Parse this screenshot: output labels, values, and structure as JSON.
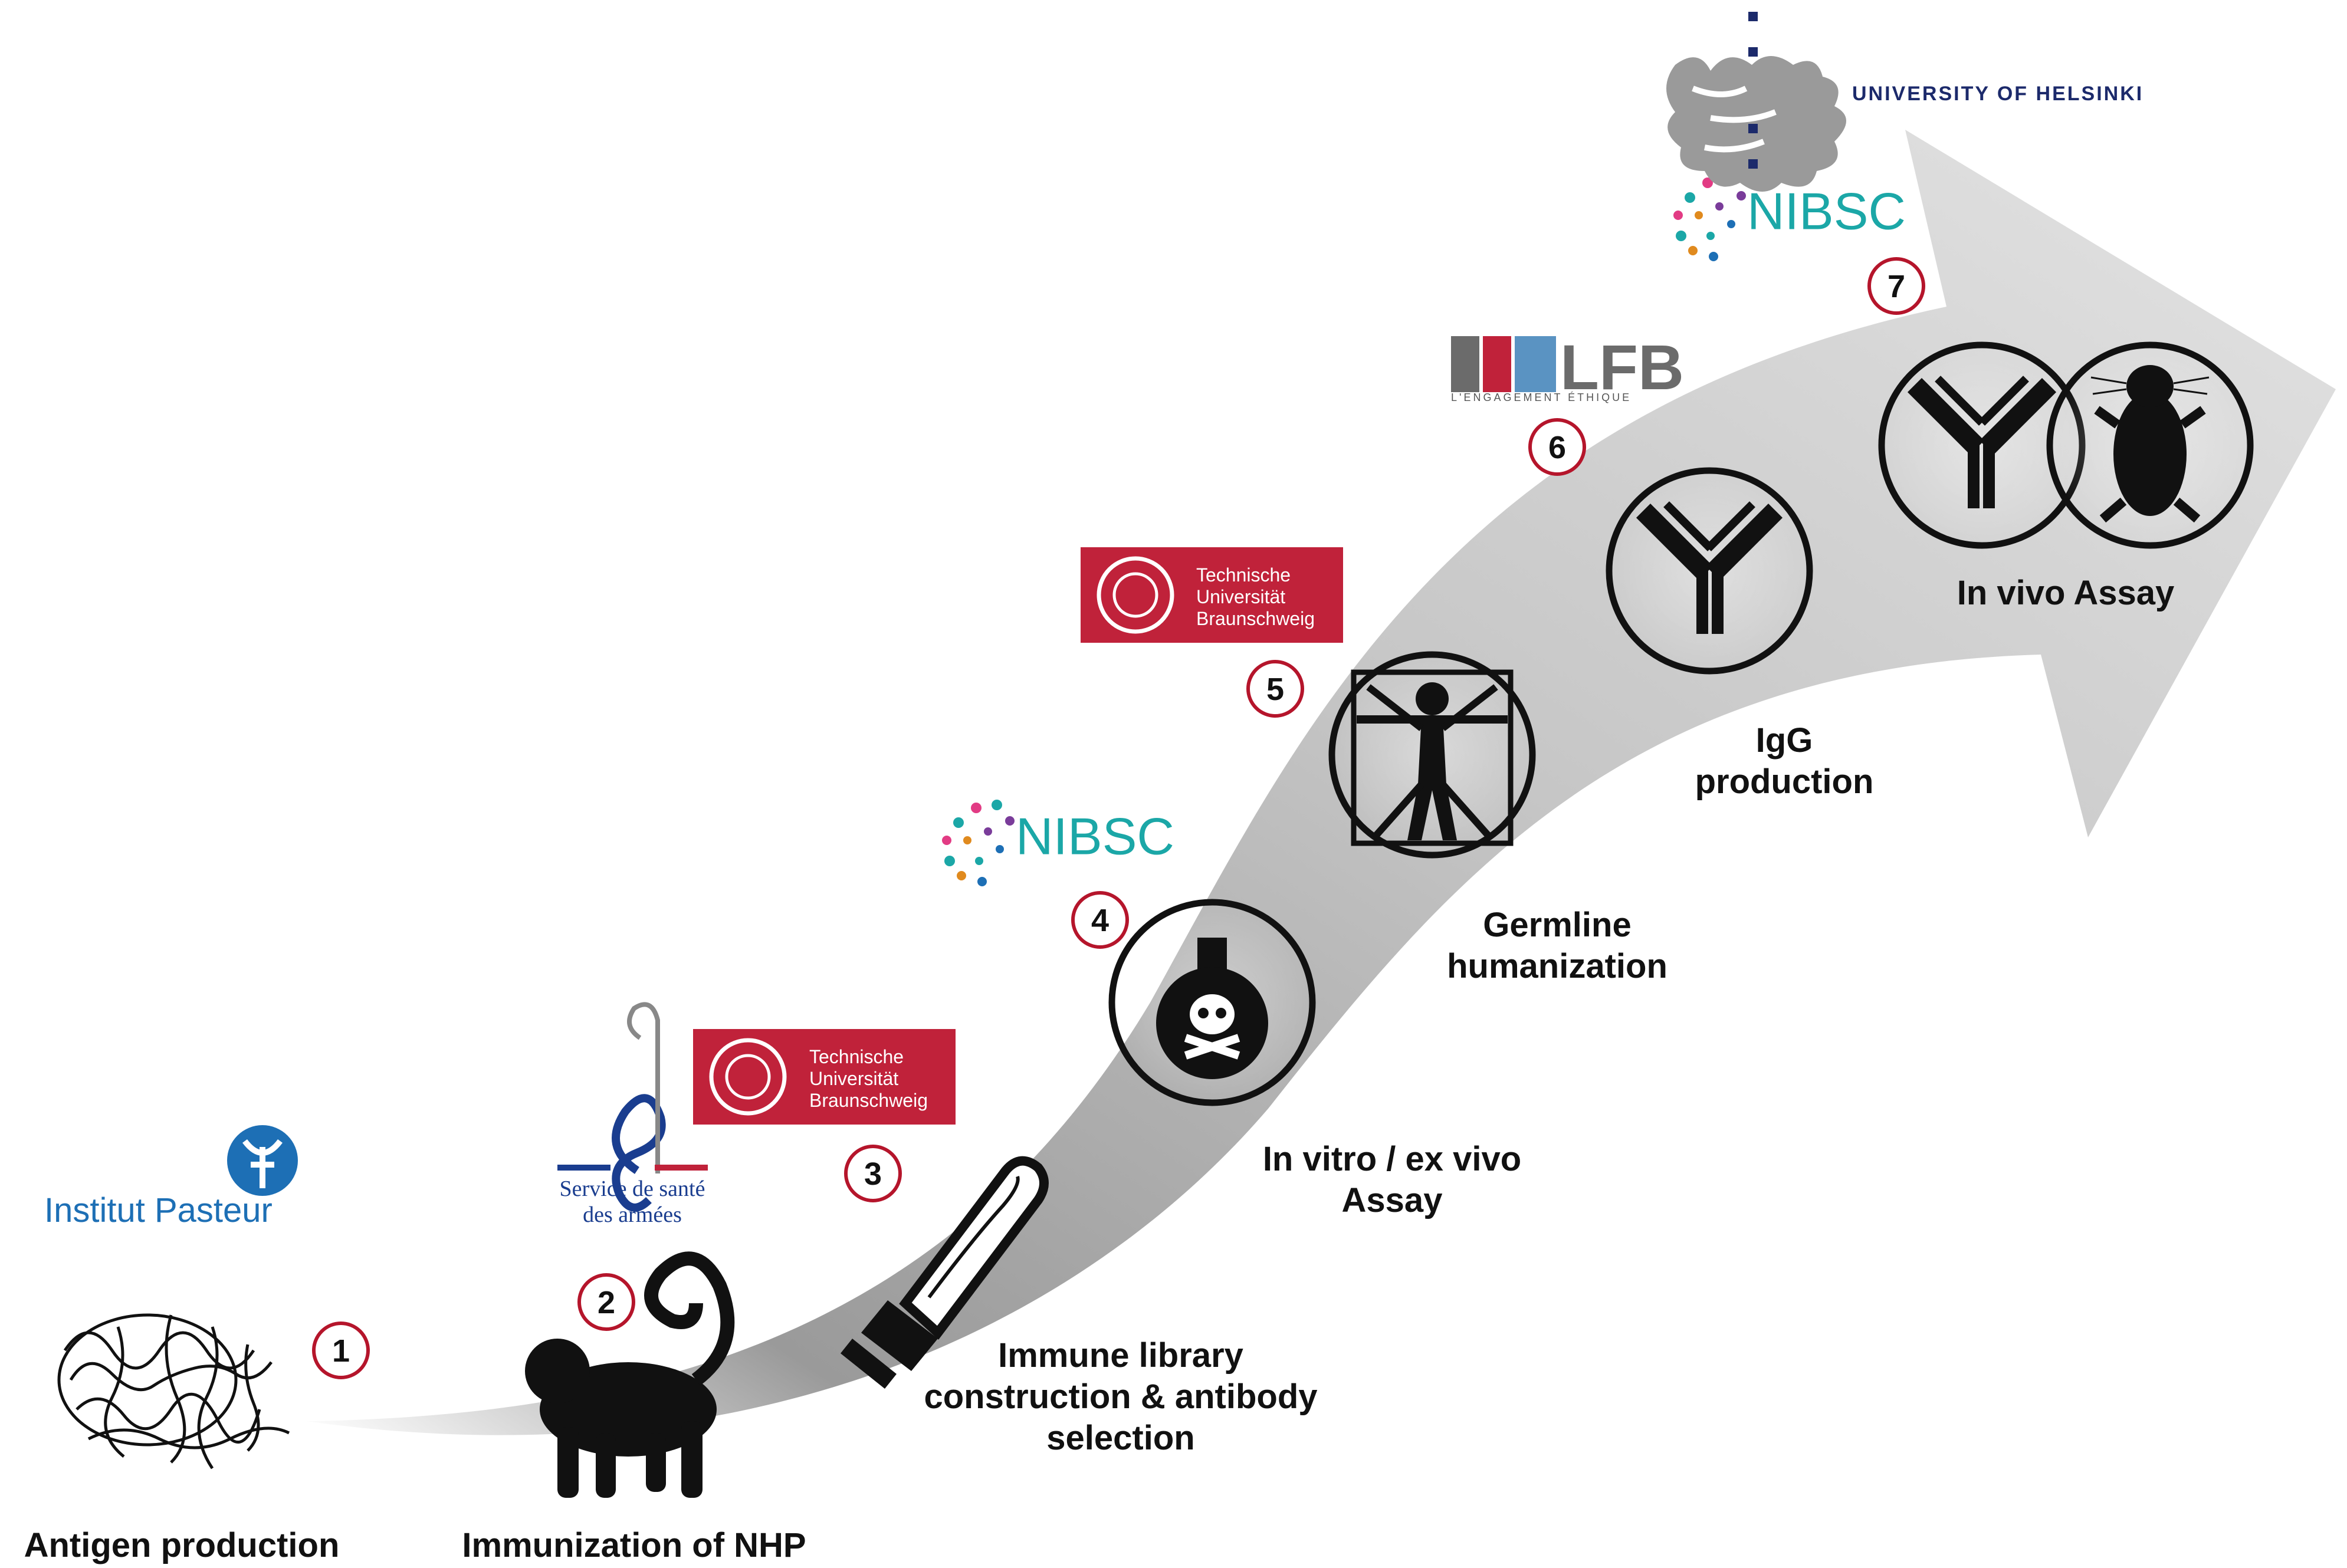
{
  "steps": [
    {
      "number": "1",
      "label_lines": [
        "Antigen production"
      ]
    },
    {
      "number": "2",
      "label_lines": [
        "Immunization of NHP"
      ]
    },
    {
      "number": "3",
      "label_lines": [
        "Immune library",
        "construction & antibody",
        "selection"
      ]
    },
    {
      "number": "4",
      "label_lines": [
        "In vitro / ex vivo",
        "Assay"
      ]
    },
    {
      "number": "5",
      "label_lines": [
        "Germline",
        "humanization"
      ]
    },
    {
      "number": "6",
      "label_lines": [
        "IgG",
        "production"
      ]
    },
    {
      "number": "7",
      "label_lines": [
        "In vivo Assay"
      ]
    }
  ],
  "logos": {
    "pasteur": "Institut Pasteur",
    "ssa_line1": "Service de santé",
    "ssa_line2": "des armées",
    "tu_line1": "Technische",
    "tu_line2": "Universität",
    "tu_line3": "Braunschweig",
    "nibsc": "NIBSC",
    "lfb": "LFB",
    "lfb_tagline": "L'ENGAGEMENT ÉTHIQUE",
    "helsinki": "UNIVERSITY OF HELSINKI"
  },
  "colors": {
    "badge_ring": "#b5152b",
    "tu_red": "#c0223a",
    "pasteur_blue": "#1d6fb5",
    "nibsc_teal": "#1ba7a7",
    "helsinki_navy": "#1c2a6b",
    "arrow_gray": "#c9c9c9"
  }
}
